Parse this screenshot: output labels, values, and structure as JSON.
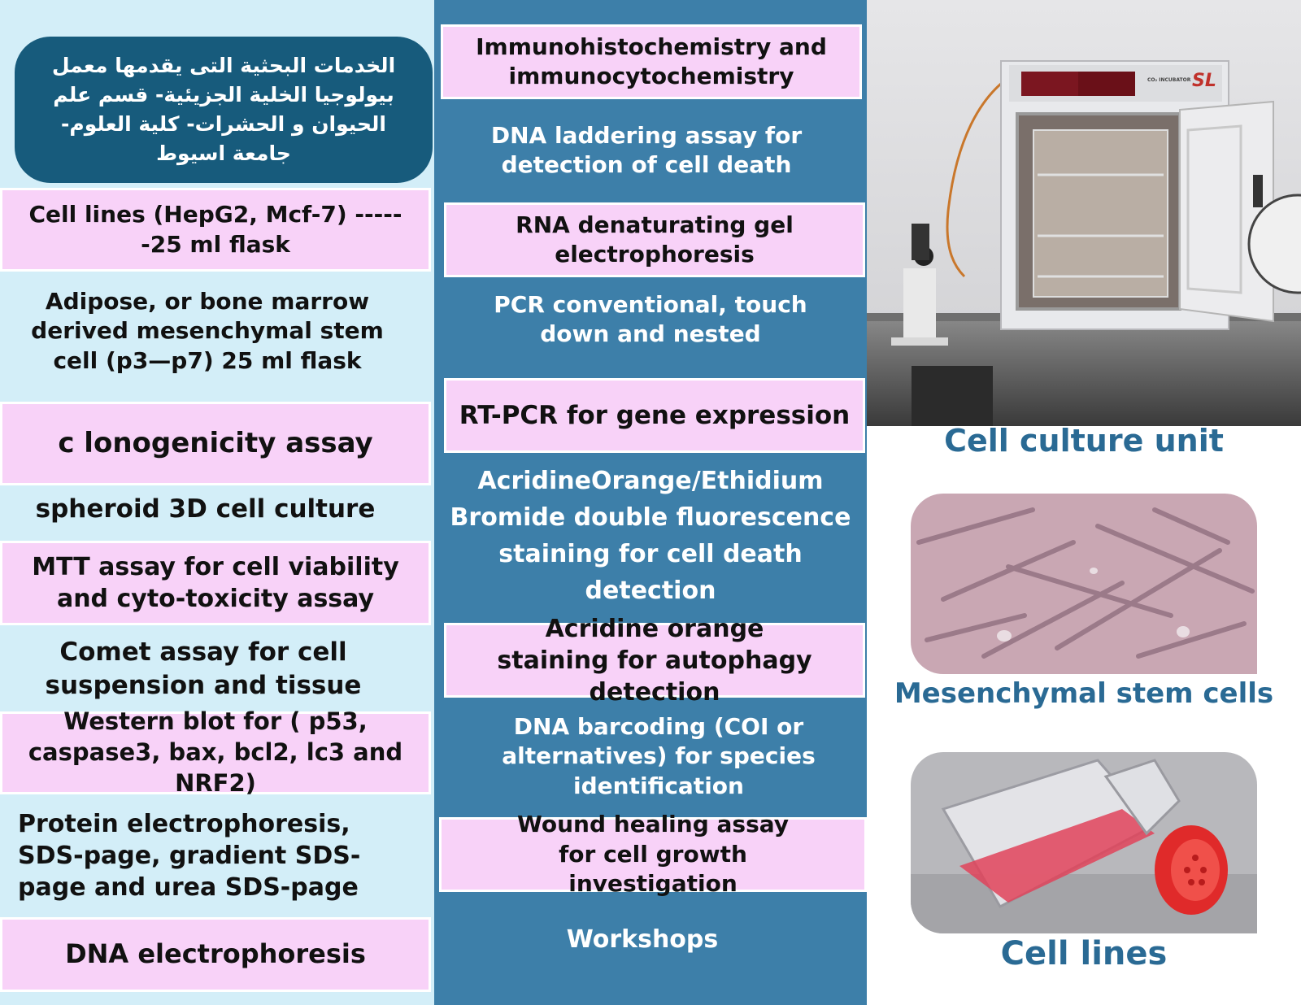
{
  "title_arabic": "الخدمات البحثية التى يقدمها معمل بيولوجيا الخلية الجزيئية- قسم علم الحيوان و الحشرات- كلية العلوم- جامعة اسيوط",
  "left_services": [
    "Cell lines (HepG2, Mcf-7) ------25 ml flask",
    "Adipose, or bone marrow derived mesenchymal stem cell (p3—p7) 25 ml flask",
    "c lonogenicity assay",
    "spheroid 3D cell culture",
    "MTT assay for cell viability and cyto-toxicity assay",
    "Comet assay for cell suspension and tissue",
    "Western blot for ( p53, caspase3, bax, bcl2, lc3 and NRF2)",
    "Protein electrophoresis, SDS-page, gradient SDS-page and urea SDS-page",
    "DNA electrophoresis"
  ],
  "mid_services": [
    "Immunohistochemistry and immunocytochemistry",
    "DNA laddering assay for detection of cell death",
    "RNA denaturating gel electrophoresis",
    "PCR conventional, touch down and nested",
    "RT-PCR for gene expression",
    "AcridineOrange/Ethidium Bromide double fluorescence staining for cell death detection",
    "Acridine orange staining for autophagy detection",
    "DNA barcoding (COI or alternatives) for species identification",
    "Wound healing assay for cell growth investigation",
    "Workshops"
  ],
  "captions": {
    "unit": "Cell culture unit",
    "msc": "Mesenchymal stem cells",
    "lines": "Cell lines"
  },
  "incubator_labels": {
    "model": "CO₂ INCUBATOR",
    "brand": "SL"
  },
  "colors": {
    "left_bg": "#d3eef8",
    "mid_bg": "#3d7fa9",
    "pink": "#f8d2f8",
    "title_bg": "#175b7c",
    "caption": "#2a6a94"
  }
}
